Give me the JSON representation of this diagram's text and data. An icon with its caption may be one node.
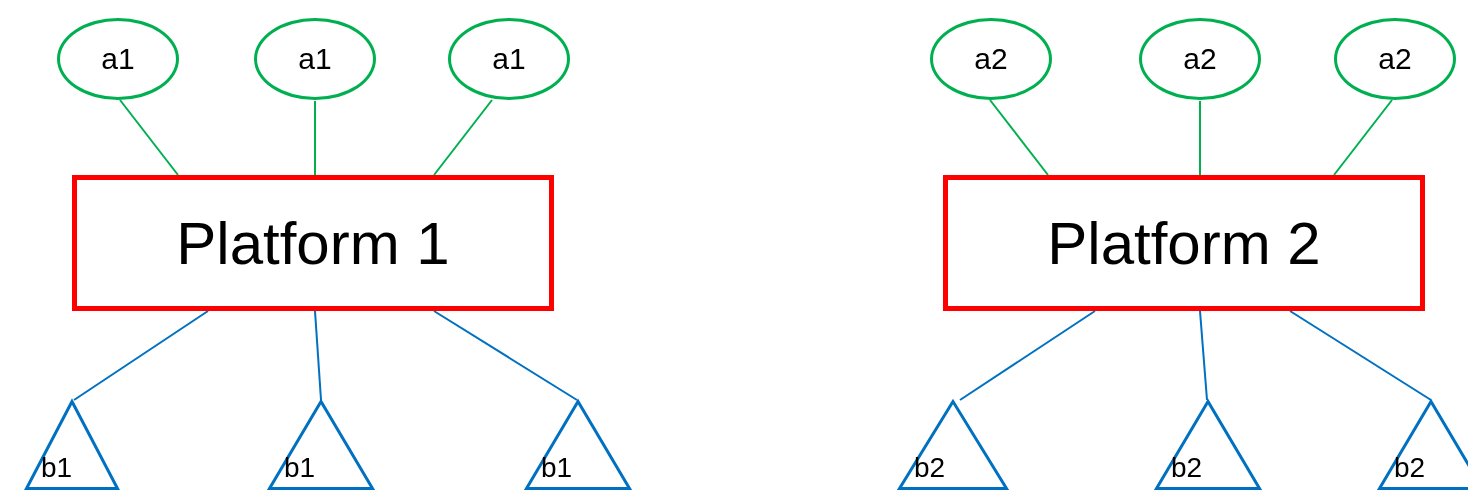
{
  "diagram": {
    "nodes": [
      {
        "text": [
          "a1"
        ]
      },
      {
        "text": [
          "a1"
        ]
      },
      {
        "text": [
          "a1"
        ]
      },
      {
        "text": [
          "a2"
        ]
      },
      {
        "text": [
          "a2"
        ]
      },
      {
        "text": [
          "a2"
        ]
      },
      {
        "text": [
          "Platform 1"
        ]
      },
      {
        "text": [
          "Platform 2"
        ]
      },
      {
        "text": [
          "b1"
        ]
      },
      {
        "text": [
          "b1"
        ]
      },
      {
        "text": [
          "b1"
        ]
      },
      {
        "text": [
          "b2"
        ]
      },
      {
        "text": [
          "b2"
        ]
      },
      {
        "text": [
          "b2"
        ]
      }
    ],
    "edges": [
      {
        "from": 0,
        "to": 6,
        "arrow": "none",
        "color": "#00b050"
      },
      {
        "from": 1,
        "to": 6,
        "arrow": "none",
        "color": "#00b050"
      },
      {
        "from": 2,
        "to": 6,
        "arrow": "none",
        "color": "#00b050"
      },
      {
        "from": 3,
        "to": 7,
        "arrow": "none",
        "color": "#00b050"
      },
      {
        "from": 4,
        "to": 7,
        "arrow": "none",
        "color": "#00b050"
      },
      {
        "from": 5,
        "to": 7,
        "arrow": "none",
        "color": "#00b050"
      },
      {
        "from": 6,
        "to": 8,
        "arrow": "none",
        "color": "#0070c0"
      },
      {
        "from": 6,
        "to": 9,
        "arrow": "none",
        "color": "#0070c0"
      },
      {
        "from": 6,
        "to": 10,
        "arrow": "none",
        "color": "#0070c0"
      },
      {
        "from": 7,
        "to": 11,
        "arrow": "none",
        "color": "#0070c0"
      },
      {
        "from": 7,
        "to": 12,
        "arrow": "none",
        "color": "#0070c0"
      },
      {
        "from": 7,
        "to": 13,
        "arrow": "none",
        "color": "#0070c0"
      }
    ]
  }
}
